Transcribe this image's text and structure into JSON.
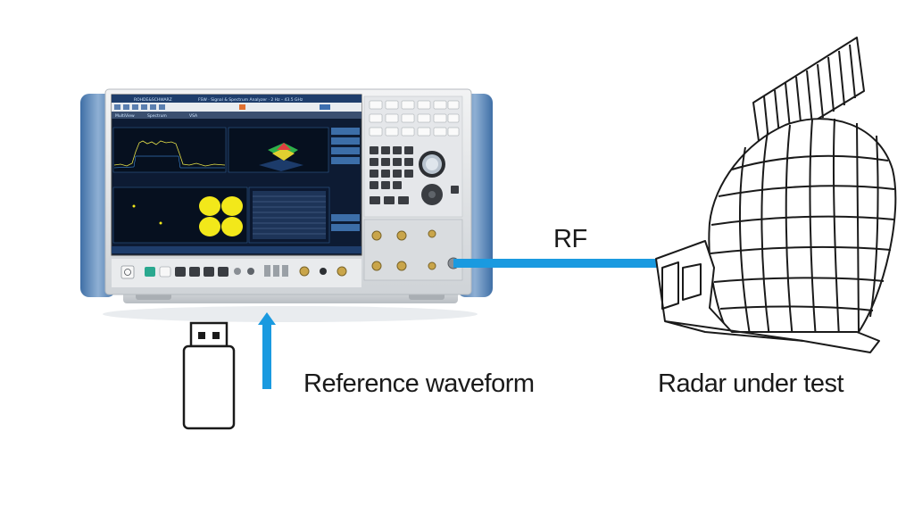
{
  "labels": {
    "rf": "RF",
    "reference_waveform": "Reference waveform",
    "radar_under_test": "Radar under test"
  },
  "instrument": {
    "brand": "ROHDE&SCHWARZ",
    "model_title": "FSW · Signal & Spectrum Analyzer · 2 Hz – 43.5 GHz",
    "tabs": [
      "MultiView",
      "Spectrum",
      "VSA"
    ]
  },
  "colors": {
    "link_blue": "#1a9ae0",
    "instrument_side": "#5b86b8",
    "screen_bg": "#0d1b33"
  }
}
